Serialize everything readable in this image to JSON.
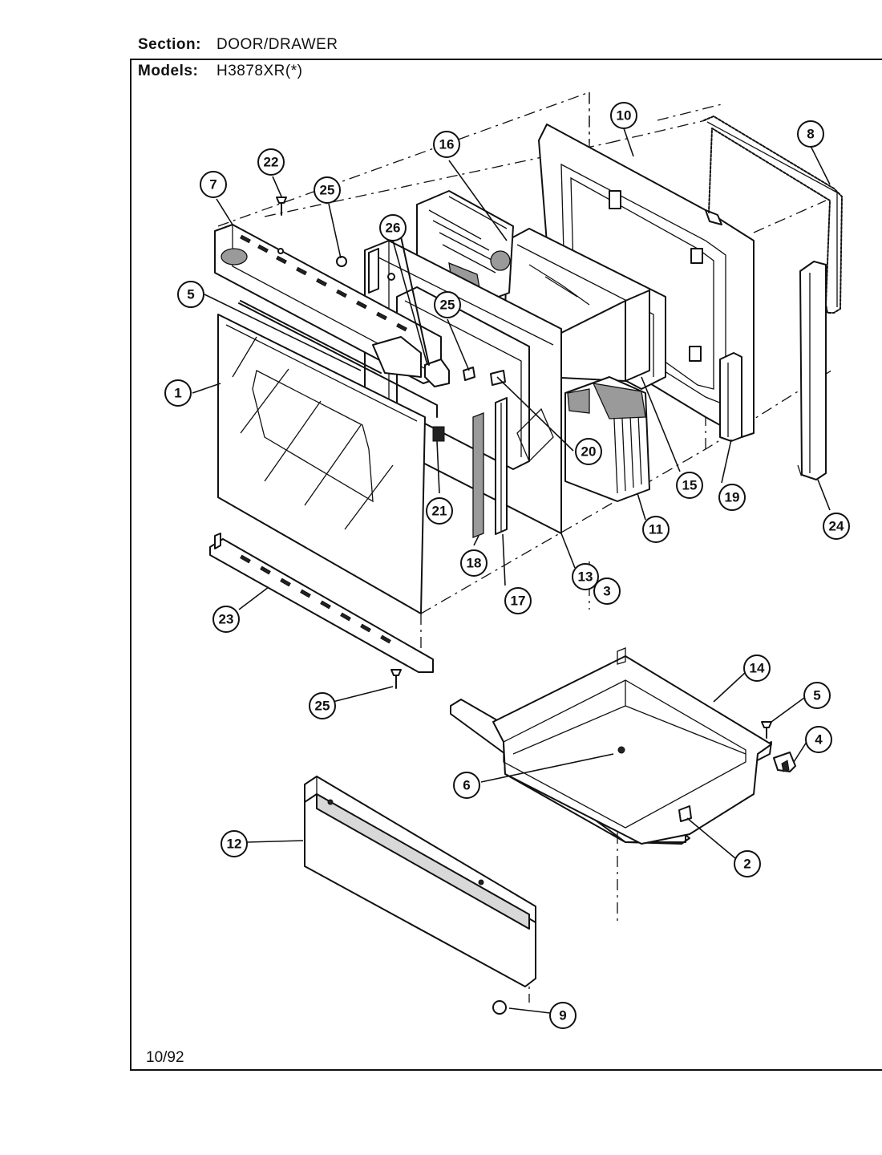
{
  "header": {
    "section_label": "Section:",
    "section_value": "DOOR/DRAWER",
    "models_label": "Models:",
    "models_value": "H3878XR(*)"
  },
  "footer": {
    "date": "10/92"
  },
  "callouts": [
    "1",
    "2",
    "3",
    "4",
    "5",
    "5",
    "6",
    "7",
    "8",
    "9",
    "10",
    "11",
    "12",
    "13",
    "14",
    "15",
    "16",
    "17",
    "18",
    "19",
    "20",
    "21",
    "22",
    "23",
    "24",
    "25",
    "25",
    "25",
    "26"
  ]
}
